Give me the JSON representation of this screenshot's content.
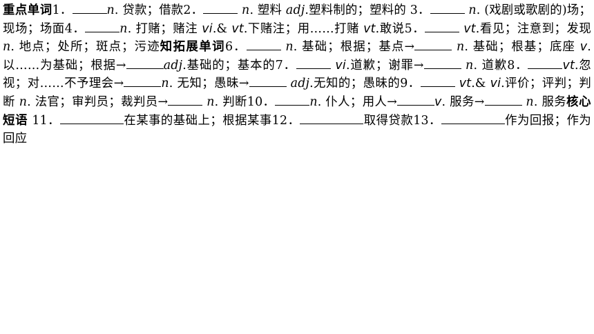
{
  "headings": {
    "key_words": "重点单词",
    "extended_words": "知拓展单词",
    "core_phrases": "核心短语"
  },
  "items": {
    "i1": {
      "num": "1．",
      "pos": "n",
      "meaning": ". 贷款；借款"
    },
    "i2": {
      "num": "2．",
      "pos": "n",
      "meaning": ". 塑料 ",
      "pos2": "adj",
      "meaning2": ".塑料制的；塑料的"
    },
    "i3": {
      "num": "3．",
      "pos": "n",
      "meaning": ". (戏剧或歌剧的)场；现场；场面"
    },
    "i4": {
      "num": "4．",
      "pos": "n",
      "meaning": ". 打赌；赌注 ",
      "pos2": "vi",
      "mid": ".& ",
      "pos3": "vt",
      "meaning2": ".下赌注；用……打赌 ",
      "pos4": "vt",
      "meaning3": ".敢说"
    },
    "i5": {
      "num": "5．",
      "pos": "vt",
      "meaning": ".看见；注意到；发现 ",
      "pos2": "n",
      "meaning2": ". 地点；处所；斑点；污迹"
    },
    "i6": {
      "num": "6．",
      "pos": "n",
      "meaning": ". 基础；根据；基点→",
      "pos2": "n",
      "meaning2": ". 基础；根基；底座 ",
      "pos3": "v",
      "meaning3": ". 以……为基础；根据→",
      "pos4": "adj",
      "meaning4": ".基础的；基本的"
    },
    "i7": {
      "num": "7．",
      "pos": "vi",
      "meaning": ".道歉；谢罪→",
      "pos2": "n",
      "meaning2": ". 道歉"
    },
    "i8": {
      "num": "8．",
      "pos": "vt",
      "meaning": ".忽视；对……不予理会→",
      "pos2": "n",
      "meaning2": ". 无知；愚昧→",
      "pos3": "adj",
      "meaning3": ".无知的；愚昧的"
    },
    "i9": {
      "num": "9．",
      "pos": "vt",
      "mid": ".& ",
      "pos2": "vi",
      "meaning": ".评价；评判；判断 ",
      "pos3": "n",
      "meaning2": ". 法官；审判员；裁判员→",
      "pos4": "n",
      "meaning3": ". 判断"
    },
    "i10": {
      "num": "10．",
      "pos": "n",
      "meaning": ". 仆人；用人→",
      "pos2": "v",
      "meaning2": ". 服务→",
      "pos3": "n",
      "meaning3": ". 服务"
    },
    "i11": {
      "num": "11．",
      "meaning": "在某事的基础上；根据某事"
    },
    "i12": {
      "num": "12．",
      "meaning": "取得贷款"
    },
    "i13": {
      "num": "13．",
      "meaning": "作为回报；作为回应"
    }
  }
}
